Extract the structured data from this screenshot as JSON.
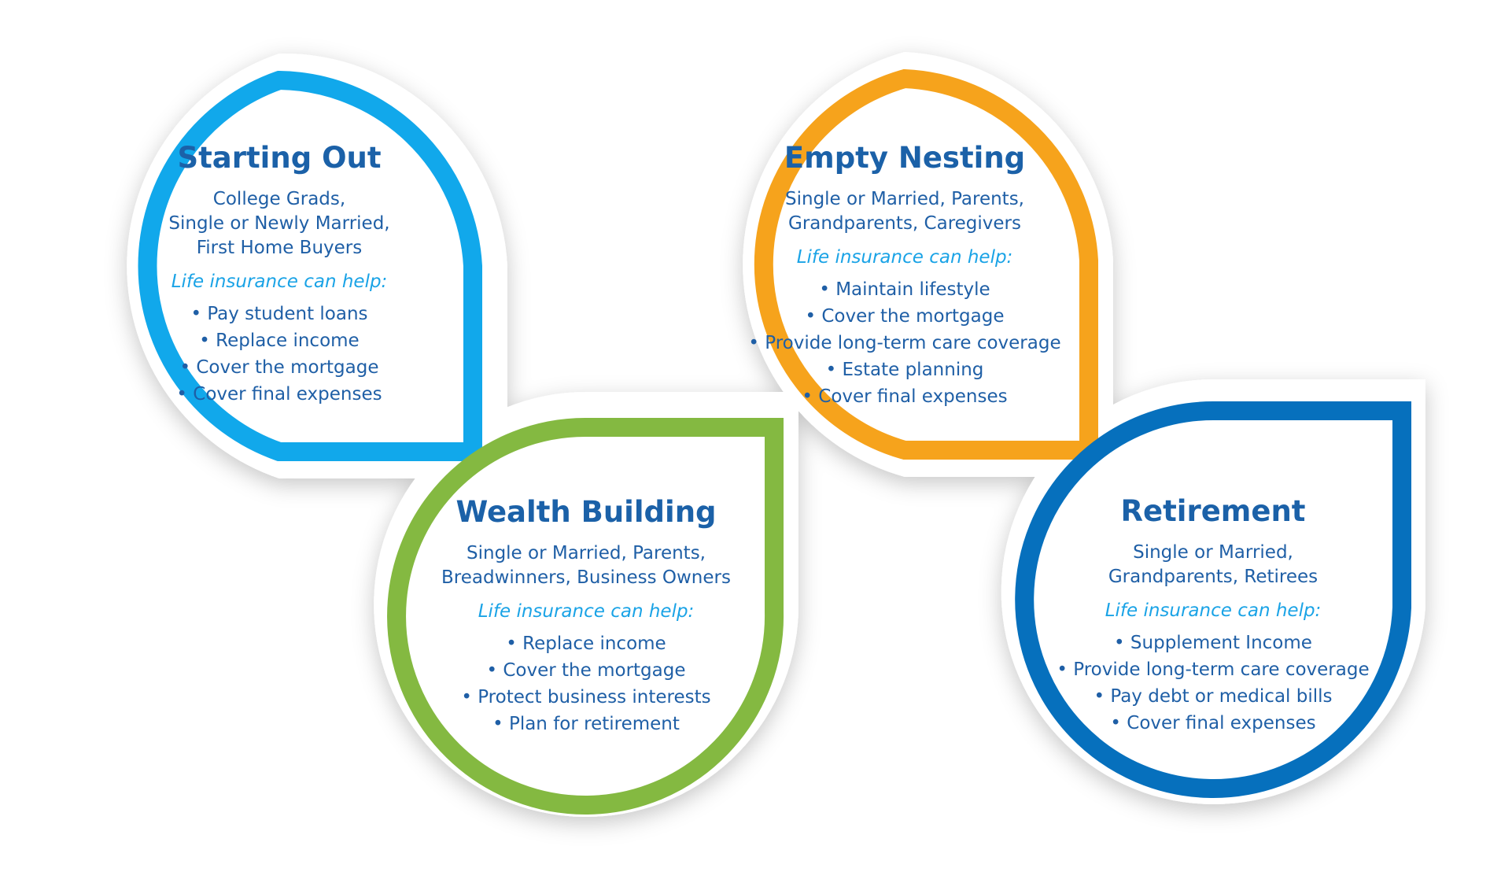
{
  "colors": {
    "starting_out": "#11a8eb",
    "wealth_building": "#84b941",
    "empty_nesting": "#f6a31c",
    "retirement": "#0670bd",
    "title_text": "#1b61a8",
    "body_text": "#1f5fa6",
    "help_text": "#1aa3e6"
  },
  "stages": [
    {
      "id": "starting-out",
      "title": "Starting Out",
      "audience": [
        "College Grads,",
        "Single or Newly Married,",
        "First Home Buyers"
      ],
      "help_label": "Life insurance can help:",
      "benefits": [
        "• Pay student loans",
        "• Replace income",
        "• Cover the mortgage",
        "• Cover final expenses"
      ]
    },
    {
      "id": "wealth-building",
      "title": "Wealth Building",
      "audience": [
        "Single or Married, Parents,",
        "Breadwinners, Business Owners"
      ],
      "help_label": "Life insurance can help:",
      "benefits": [
        "• Replace income",
        "• Cover the mortgage",
        "• Protect business interests",
        "• Plan for retirement"
      ]
    },
    {
      "id": "empty-nesting",
      "title": "Empty Nesting",
      "audience": [
        "Single or Married, Parents,",
        "Grandparents, Caregivers"
      ],
      "help_label": "Life insurance can help:",
      "benefits": [
        "• Maintain lifestyle",
        "• Cover the mortgage",
        "• Provide long-term care coverage",
        "• Estate planning",
        "• Cover final expenses"
      ]
    },
    {
      "id": "retirement",
      "title": "Retirement",
      "audience": [
        "Single or Married,",
        "Grandparents, Retirees"
      ],
      "help_label": "Life insurance can help:",
      "benefits": [
        "• Supplement Income",
        "• Provide long-term care coverage",
        "• Pay debt or medical bills",
        "• Cover final expenses"
      ]
    }
  ]
}
